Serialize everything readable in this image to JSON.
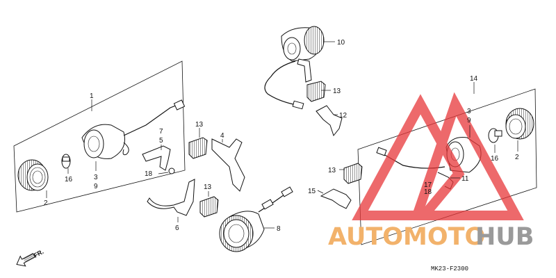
{
  "part_numbers": {
    "p1": "1",
    "p2a": "2",
    "p2b": "2",
    "p3a": "3",
    "p3b": "3",
    "p9a": "9",
    "p9b": "9",
    "p4": "4",
    "p5": "5",
    "p6": "6",
    "p7a": "7",
    "p7b": "17",
    "p8": "8",
    "p10": "10",
    "p11": "11",
    "p12": "12",
    "p13a": "13",
    "p13b": "13",
    "p13c": "13",
    "p13d": "13",
    "p14": "14",
    "p15": "15",
    "p16a": "16",
    "p16b": "16",
    "p18a": "18",
    "p18b": "18"
  },
  "direction_label": "FR.",
  "diagram_code": "MK23-F2300",
  "watermark": {
    "part1": "AUTOMOTO",
    "part2": "HUB",
    "color1": "#f2b26b",
    "color2": "#9a9a9a",
    "logo_color": "#e8383a"
  }
}
